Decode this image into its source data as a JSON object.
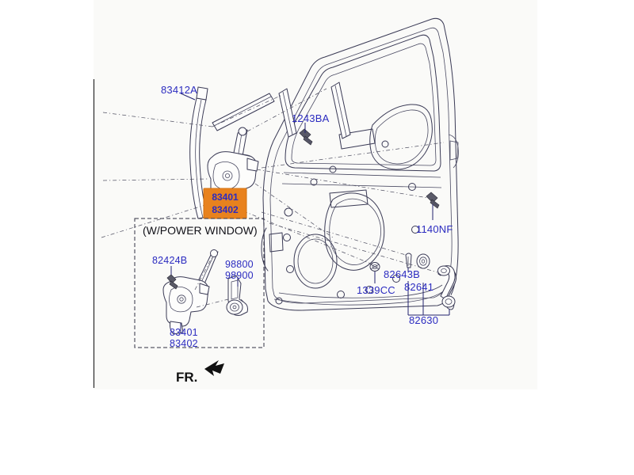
{
  "diagram": {
    "title": "Rear Door Window Regulator / Glass Parts Diagram",
    "orientation_marker": "FR.",
    "inset_title": "(W/POWER WINDOW)",
    "highlight_color": "#e8821e",
    "label_color": "#2b2bc0",
    "background_color": "#ffffff",
    "content_background": "#fafaf8"
  },
  "labels": {
    "run_channel": "83412A",
    "screw_upper": "1243BA",
    "bolt_right": "1140NF",
    "clip_left": "1339CC",
    "handle_clip": "82643B",
    "handle_escutcheon": "82641",
    "handle_assembly": "82630",
    "inset_screw": "82424B",
    "motor_lh": "98800",
    "motor_rh": "98900",
    "inset_regulator_lh": "83401",
    "inset_regulator_rh": "83402"
  },
  "highlighted_part": {
    "line1": "83401",
    "line2": "83402",
    "is_selected": true
  }
}
